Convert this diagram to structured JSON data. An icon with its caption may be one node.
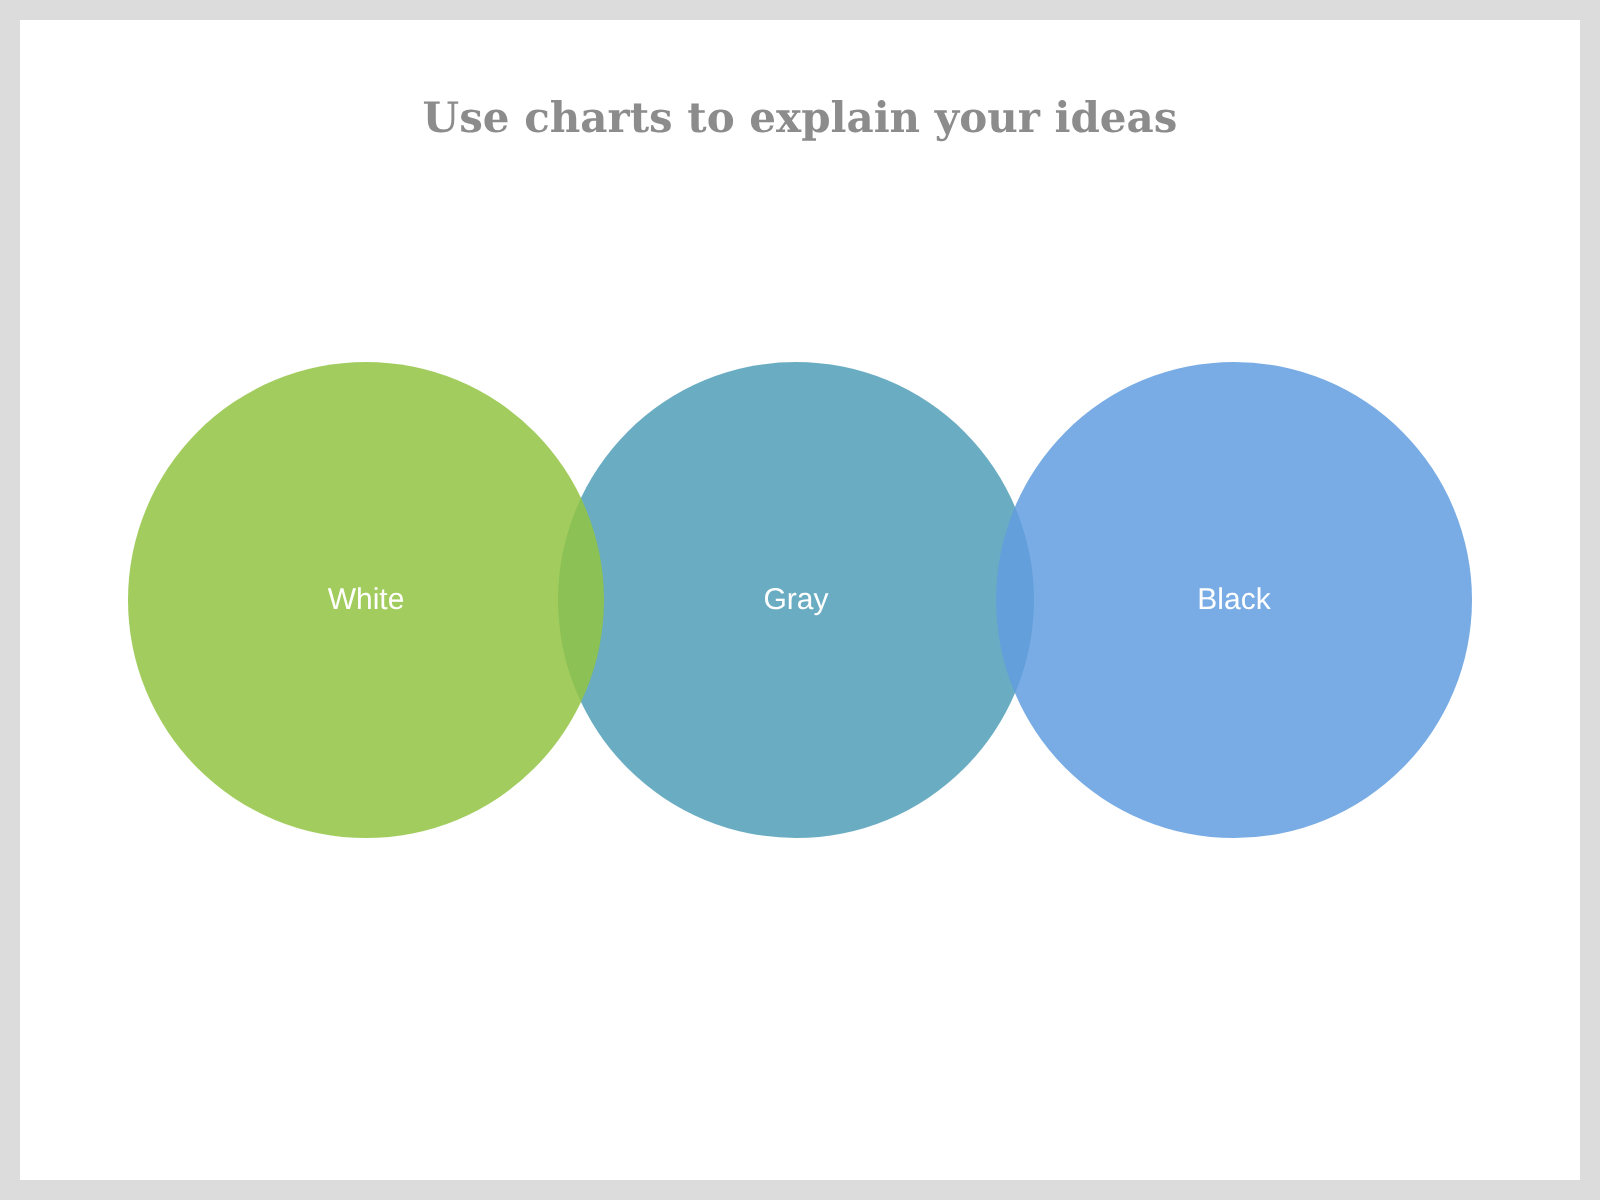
{
  "diagram": {
    "title": "Use charts to explain your ideas",
    "nodes": [
      {
        "text": [
          "White"
        ]
      },
      {
        "text": [
          "Gray"
        ]
      },
      {
        "text": [
          "Black"
        ]
      }
    ]
  }
}
